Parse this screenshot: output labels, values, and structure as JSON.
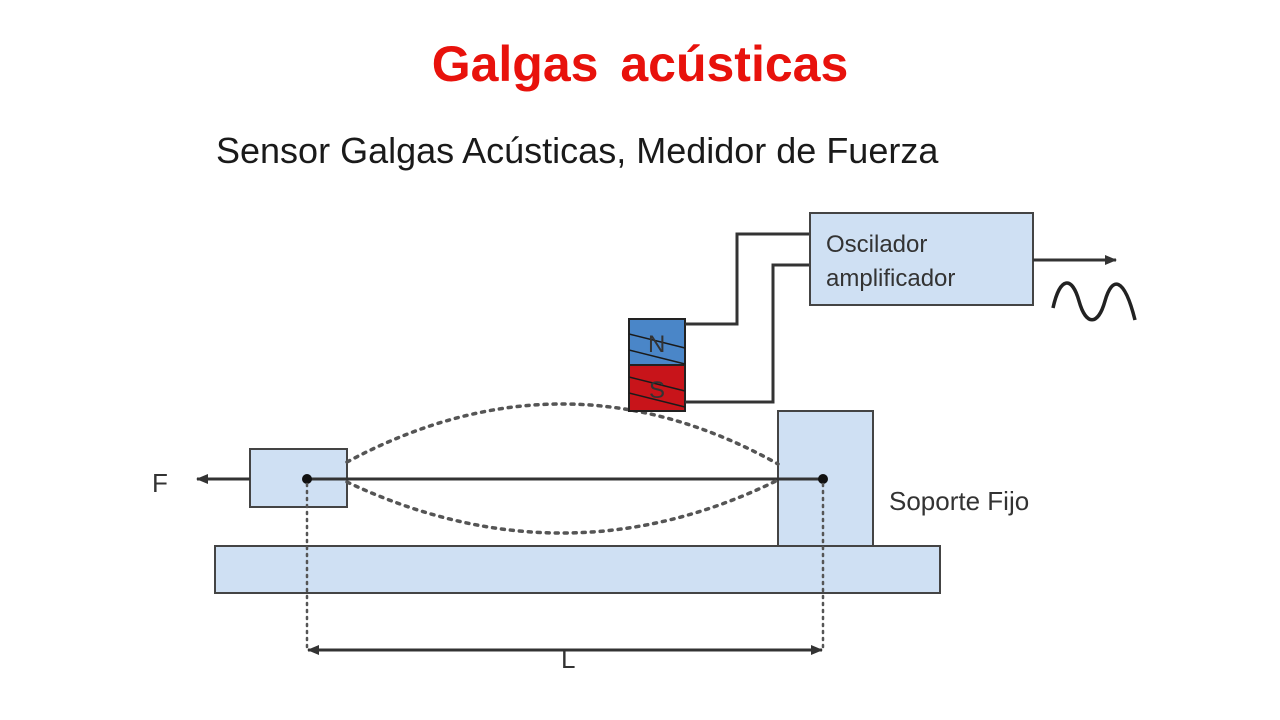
{
  "slide": {
    "title": "Galgas acústicas",
    "subtitle": "Sensor Galgas Acústicas, Medidor de Fuerza"
  },
  "diagram": {
    "oscillator_label_line1": "Oscilador",
    "oscillator_label_line2": "amplificador",
    "magnet_north": "N",
    "magnet_south": "S",
    "force_label": "F",
    "support_label": "Soporte Fijo",
    "length_label": "L"
  },
  "colors": {
    "title": "#e8120c",
    "box_fill": "#cfe0f3",
    "box_stroke": "#444444",
    "magnet_north": "#4a86c8",
    "magnet_south": "#c8141a",
    "line": "#333333"
  }
}
